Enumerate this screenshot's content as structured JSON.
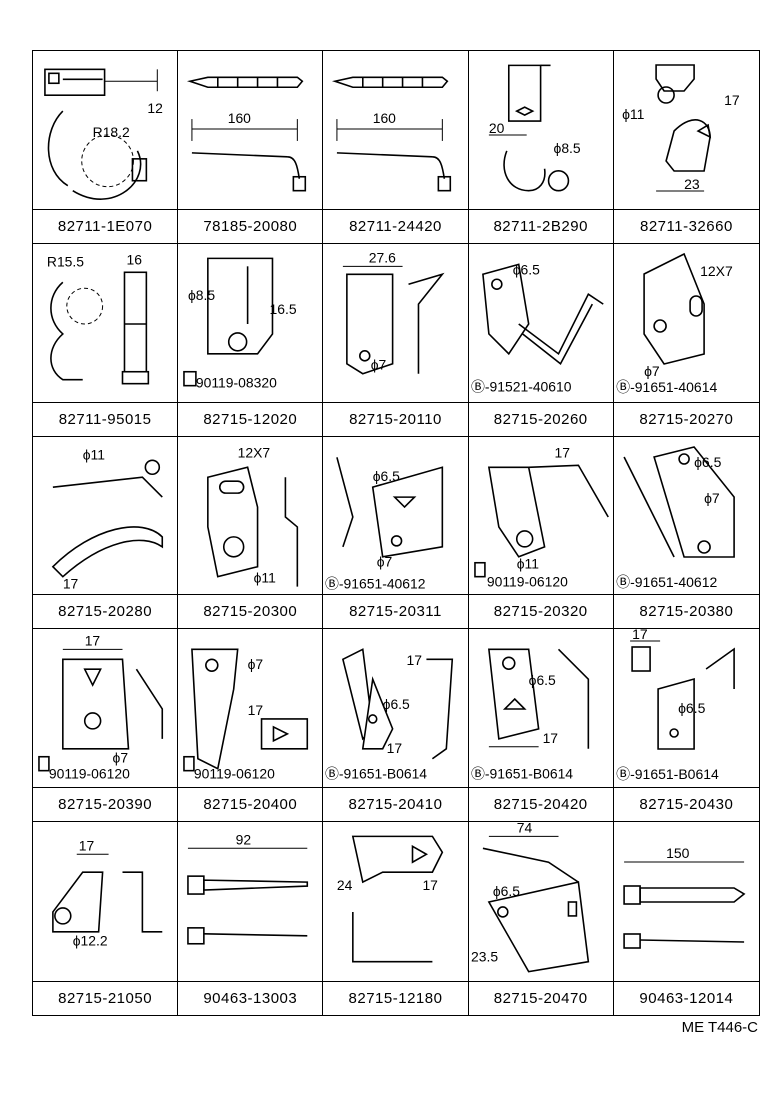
{
  "reference": "ME T446-C",
  "rows": [
    [
      {
        "part": "82711-1E070",
        "dims": [
          "12",
          "R18.2"
        ],
        "icon": "wire-clamp-icon"
      },
      {
        "part": "78185-20080",
        "dims": [
          "160"
        ],
        "icon": "cable-tie-icon"
      },
      {
        "part": "82711-24420",
        "dims": [
          "160"
        ],
        "icon": "cable-tie-icon"
      },
      {
        "part": "82711-2B290",
        "dims": [
          "20",
          "ϕ8.5"
        ],
        "icon": "bracket-clamp-icon"
      },
      {
        "part": "82711-32660",
        "dims": [
          "ϕ11",
          "17",
          "23"
        ],
        "icon": "bracket-clamp-icon"
      }
    ],
    [
      {
        "part": "82711-95015",
        "dims": [
          "R15.5",
          "16"
        ],
        "icon": "wire-clamp-icon"
      },
      {
        "part": "82715-12020",
        "dims": [
          "ϕ8.5",
          "16.5",
          "90119-08320"
        ],
        "icon": "bracket-icon"
      },
      {
        "part": "82715-20110",
        "dims": [
          "27.6",
          "ϕ7"
        ],
        "icon": "bracket-icon"
      },
      {
        "part": "82715-20260",
        "dims": [
          "ϕ6.5",
          "Ⓑ-91521-40610"
        ],
        "icon": "bracket-icon"
      },
      {
        "part": "82715-20270",
        "dims": [
          "12X7",
          "ϕ7",
          "Ⓑ-91651-40614"
        ],
        "icon": "bracket-icon"
      }
    ],
    [
      {
        "part": "82715-20280",
        "dims": [
          "ϕ11",
          "17"
        ],
        "icon": "bracket-icon"
      },
      {
        "part": "82715-20300",
        "dims": [
          "12X7",
          "ϕ11"
        ],
        "icon": "bracket-icon"
      },
      {
        "part": "82715-20311",
        "dims": [
          "ϕ6.5",
          "ϕ7",
          "Ⓑ-91651-40612"
        ],
        "icon": "bracket-icon"
      },
      {
        "part": "82715-20320",
        "dims": [
          "17",
          "ϕ11",
          "90119-06120"
        ],
        "icon": "bracket-icon"
      },
      {
        "part": "82715-20380",
        "dims": [
          "ϕ6.5",
          "ϕ7",
          "Ⓑ-91651-40612"
        ],
        "icon": "bracket-icon"
      }
    ],
    [
      {
        "part": "82715-20390",
        "dims": [
          "17",
          "ϕ7",
          "90119-06120"
        ],
        "icon": "bracket-icon"
      },
      {
        "part": "82715-20400",
        "dims": [
          "ϕ7",
          "17",
          "90119-06120"
        ],
        "icon": "bracket-icon"
      },
      {
        "part": "82715-20410",
        "dims": [
          "17",
          "ϕ6.5",
          "17",
          "Ⓑ-91651-B0614"
        ],
        "icon": "bracket-icon"
      },
      {
        "part": "82715-20420",
        "dims": [
          "ϕ6.5",
          "17",
          "Ⓑ-91651-B0614"
        ],
        "icon": "bracket-icon"
      },
      {
        "part": "82715-20430",
        "dims": [
          "17",
          "ϕ6.5",
          "Ⓑ-91651-B0614"
        ],
        "icon": "bracket-icon"
      }
    ],
    [
      {
        "part": "82715-21050",
        "dims": [
          "17",
          "ϕ12.2"
        ],
        "icon": "bracket-icon"
      },
      {
        "part": "90463-13003",
        "dims": [
          "92"
        ],
        "icon": "cable-tie-icon"
      },
      {
        "part": "82715-12180",
        "dims": [
          "24",
          "17"
        ],
        "icon": "bracket-icon"
      },
      {
        "part": "82715-20470",
        "dims": [
          "74",
          "ϕ6.5",
          "23.5"
        ],
        "icon": "bracket-icon"
      },
      {
        "part": "90463-12014",
        "dims": [
          "150"
        ],
        "icon": "cable-tie-icon"
      }
    ]
  ]
}
